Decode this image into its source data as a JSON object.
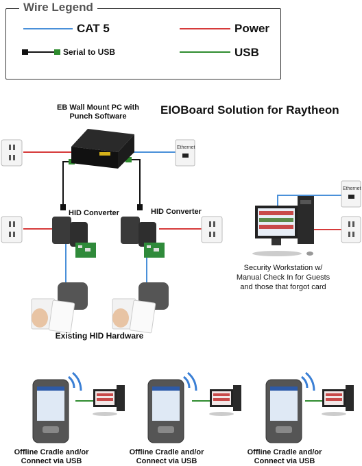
{
  "legend": {
    "title": "Wire Legend",
    "items": [
      {
        "label": "CAT 5",
        "color": "#4a90d9"
      },
      {
        "label": "Power",
        "color": "#d63a3a"
      },
      {
        "label": "Serial to USB",
        "color": "#111111"
      },
      {
        "label": "USB",
        "color": "#2e8b2e"
      }
    ]
  },
  "title": "EIOBoard Solution for Raytheon",
  "labels": {
    "pc": "EB Wall Mount PC with Punch Software",
    "ethernet": "Ethernet",
    "hid_converter": "HID Converter",
    "existing_hid": "Existing HID Hardware",
    "workstation": "Security Workstation w/ Manual Check In for Guests and those that forgot card",
    "cradle": "Offline Cradle and/or Connect via USB"
  },
  "colors": {
    "cat5": "#4a90d9",
    "power": "#d63a3a",
    "serial": "#111111",
    "usb": "#2e8b2e"
  }
}
